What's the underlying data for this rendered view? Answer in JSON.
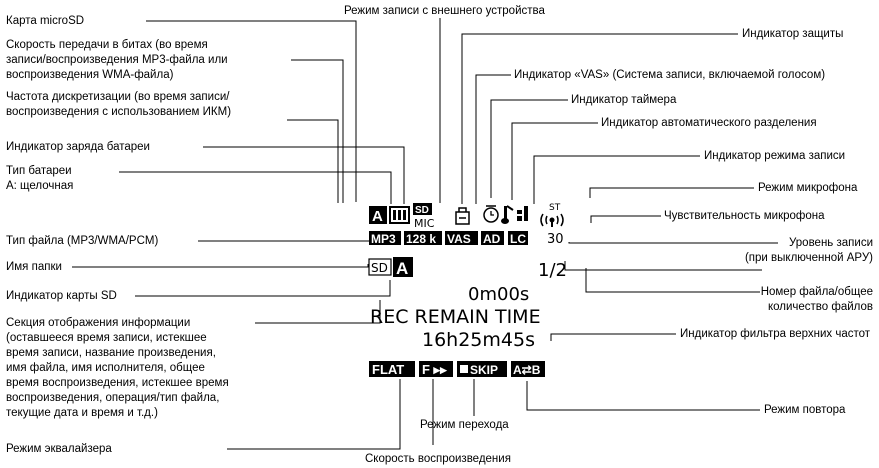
{
  "labels_left": {
    "microsd_card": "Карта microSD",
    "bitrate": "Скорость передачи в битах (во время\nзаписи/воспроизведения MP3-файла или\nвоспроизведения WMA-файла)",
    "sampling": "Частота дискретизации (во время записи/\nвоспроизведения с использованием ИКМ)",
    "battery_charge": "Индикатор заряда батареи",
    "battery_type": "Тип батареи\nA: щелочная",
    "file_type": "Тип файла (MP3/WMA/PCM)",
    "folder_name": "Имя папки",
    "sd_indicator": "Индикатор карты SD",
    "info_section": "Секция отображения информации\n(оставшееся время записи, истекшее\nвремя записи, название произведения,\nимя файла, имя исполнителя, общее\nвремя воспроизведения, истекшее время\nвоспроизведения, операция/тип файла,\nтекущие дата и время и т.д.)",
    "eq_mode": "Режим эквалайзера"
  },
  "labels_top": {
    "external_rec": "Режим записи с внешнего устройства"
  },
  "labels_right": {
    "protect": "Индикатор защиты",
    "vas": "Индикатор «VAS» (Система записи, включаемой голосом)",
    "timer": "Индикатор таймера",
    "auto_divide": "Индикатор автоматического разделения",
    "rec_mode": "Индикатор режима записи",
    "mic_mode": "Режим микрофона",
    "mic_sens": "Чувствительность микрофона",
    "rec_level": "Уровень записи\n(при выключенной АРУ)",
    "file_number": "Номер файла/общее\nколичество файлов",
    "low_cut": "Индикатор фильтра верхних частот",
    "repeat": "Режим повтора"
  },
  "labels_bottom": {
    "skip_mode": "Режим перехода",
    "play_speed": "Скорость воспроизведения"
  },
  "lcd": {
    "battery_letter": "A",
    "sd_top": "SD",
    "mic": "MIC",
    "st": "ST",
    "file_type": "MP3",
    "bitrate": "128 k",
    "vas": "VAS",
    "ad": "AD",
    "lc": "LC",
    "level": "30",
    "folder_prefix": "SD",
    "folder": "A",
    "file_count": "1/2",
    "time_top": "0m00s",
    "remain": "REC REMAIN TIME",
    "time_bottom": "16h25m45s",
    "eq": "FLAT",
    "speed": "F ▸▸",
    "skip": "SKIP",
    "repeat": "A⇄B"
  }
}
